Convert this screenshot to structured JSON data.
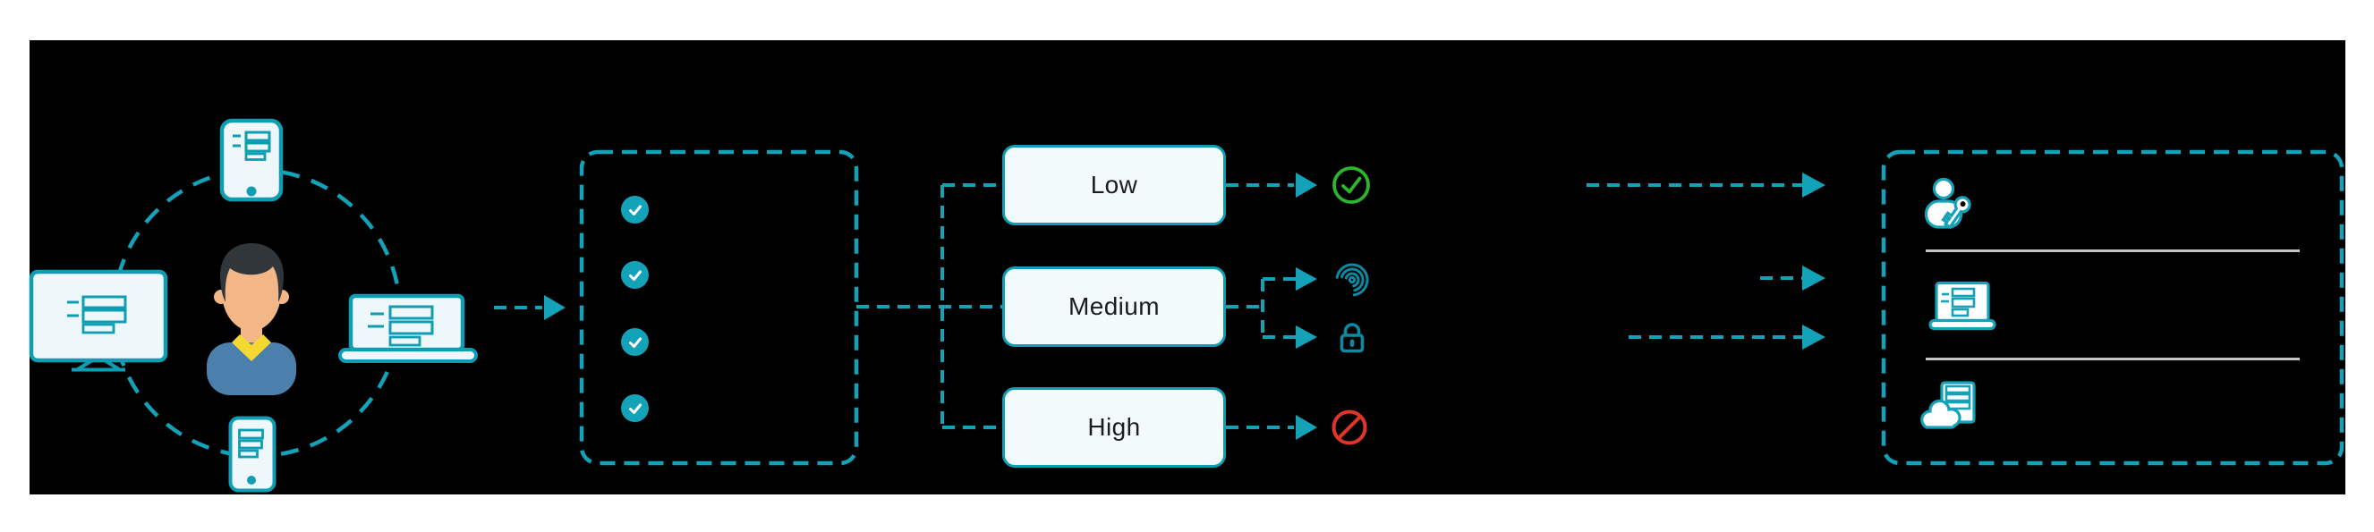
{
  "colors": {
    "page-bg": "#ffffff",
    "canvas-bg": "#000000",
    "teal": "#13a2b8",
    "teal-dark": "#0b8aa2",
    "panel-fill": "#eef8fb",
    "panel-border": "#0f9db4",
    "box-fill": "#f2fafc",
    "green": "#2bb62b",
    "red": "#e0362a",
    "separator-gray": "#c4c4c4",
    "avatar-hair": "#31363b",
    "avatar-skin": "#f3b687",
    "avatar-shirt": "#4a80ab",
    "avatar-collar": "#f5d832",
    "label-color": "#1d1d1d"
  },
  "user_devices": {
    "icons": [
      "smartphone-icon",
      "desktop-monitor-icon",
      "laptop-icon",
      "smartphone-icon",
      "user-avatar"
    ]
  },
  "checklist": {
    "items": [
      {
        "icon": "check-circle-icon"
      },
      {
        "icon": "check-circle-icon"
      },
      {
        "icon": "check-circle-icon"
      },
      {
        "icon": "check-circle-icon"
      }
    ]
  },
  "risk_levels": [
    {
      "label": "Low",
      "outcome_icon": "allowed-check-icon"
    },
    {
      "label": "Medium",
      "outcome_icons": [
        "fingerprint-icon",
        "padlock-icon"
      ]
    },
    {
      "label": "High",
      "outcome_icon": "denied-icon"
    }
  ],
  "resources": {
    "items": [
      {
        "icon": "user-key-icon"
      },
      {
        "icon": "laptop-window-icon"
      },
      {
        "icon": "cloud-server-icon"
      }
    ]
  }
}
